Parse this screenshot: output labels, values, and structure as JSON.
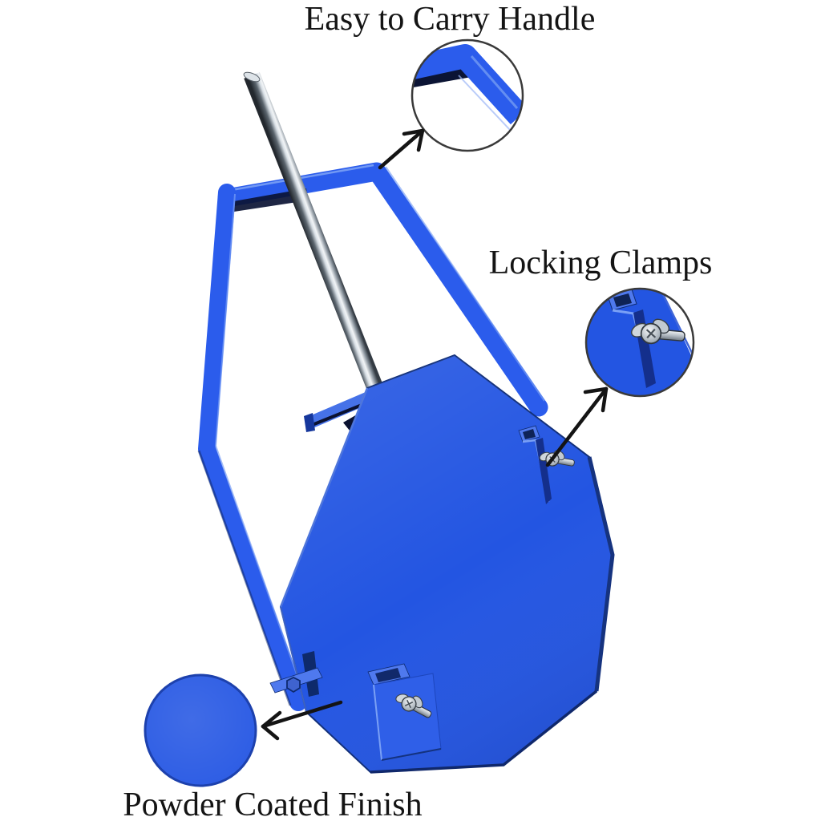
{
  "scene": {
    "description": "Blue powder coated octagonal steel gong target with carry handle frame, ground stake rod and wing-nut locking clamps",
    "background_color": "#ffffff"
  },
  "labels": {
    "handle": "Easy to Carry Handle",
    "clamps": "Locking Clamps",
    "finish": "Powder Coated Finish"
  },
  "colors": {
    "blue": "#2355e2",
    "blue_bright": "#2b5cec",
    "blue_light": "#4f79ee",
    "highlight": "#7aa0f5",
    "navy": "#0b1434",
    "navy_edge": "#16337f",
    "circle_fill": "#2b5be4",
    "circle_border": "#1d41ad",
    "callout_ring": "#3a3a3a",
    "text": "#141414",
    "arrow": "#141414"
  }
}
